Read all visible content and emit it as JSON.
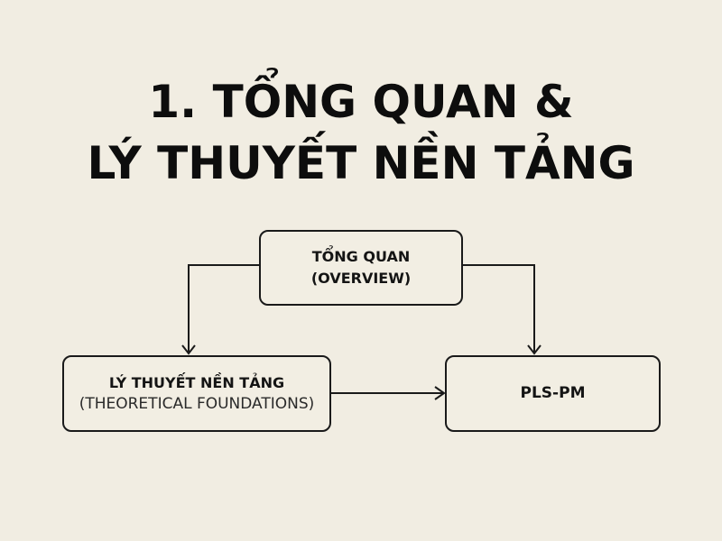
{
  "title": {
    "line1": "1. TỔNG QUAN &",
    "line2": "LÝ THUYẾT NỀN TẢNG"
  },
  "diagram": {
    "nodes": [
      {
        "id": "overview",
        "label": "TỔNG QUAN",
        "sublabel": "(OVERVIEW)"
      },
      {
        "id": "theory",
        "label": "LÝ THUYẾT NỀN TẢNG",
        "sublabel": "(THEORETICAL FOUNDATIONS)"
      },
      {
        "id": "plspm",
        "label": "PLS-PM"
      }
    ],
    "edges": [
      {
        "from": "overview",
        "to": "theory"
      },
      {
        "from": "overview",
        "to": "plspm"
      },
      {
        "from": "theory",
        "to": "plspm"
      }
    ]
  },
  "colors": {
    "background": "#f1ede2",
    "stroke": "#1a1a1a",
    "text": "#111111"
  }
}
